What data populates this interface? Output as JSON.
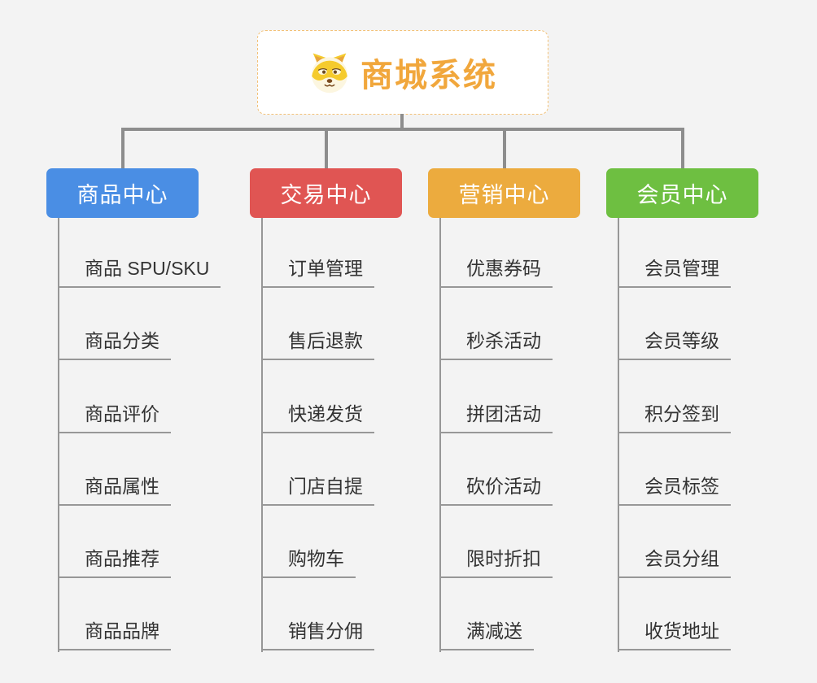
{
  "root": {
    "title": "商城系统",
    "icon": "shiba-dog-icon"
  },
  "colors": {
    "background": "#F3F3F3",
    "root_accent": "#F1A73C",
    "root_border": "#F2C178",
    "connector_main": "#8D8D8D",
    "connector_child": "#979797",
    "child_text": "#333333",
    "branch_product": "#4A8EE4",
    "branch_trade": "#E05553",
    "branch_marketing": "#ECAB3E",
    "branch_member": "#6EBF41"
  },
  "branches": [
    {
      "id": "product",
      "label": "商品中心",
      "color": "#4A8EE4",
      "children": [
        "商品 SPU/SKU",
        "商品分类",
        "商品评价",
        "商品属性",
        "商品推荐",
        "商品品牌"
      ]
    },
    {
      "id": "trade",
      "label": "交易中心",
      "color": "#E05553",
      "children": [
        "订单管理",
        "售后退款",
        "快递发货",
        "门店自提",
        "购物车",
        "销售分佣"
      ]
    },
    {
      "id": "marketing",
      "label": "营销中心",
      "color": "#ECAB3E",
      "children": [
        "优惠券码",
        "秒杀活动",
        "拼团活动",
        "砍价活动",
        "限时折扣",
        "满减送"
      ]
    },
    {
      "id": "member",
      "label": "会员中心",
      "color": "#6EBF41",
      "children": [
        "会员管理",
        "会员等级",
        "积分签到",
        "会员标签",
        "会员分组",
        "收货地址"
      ]
    }
  ]
}
